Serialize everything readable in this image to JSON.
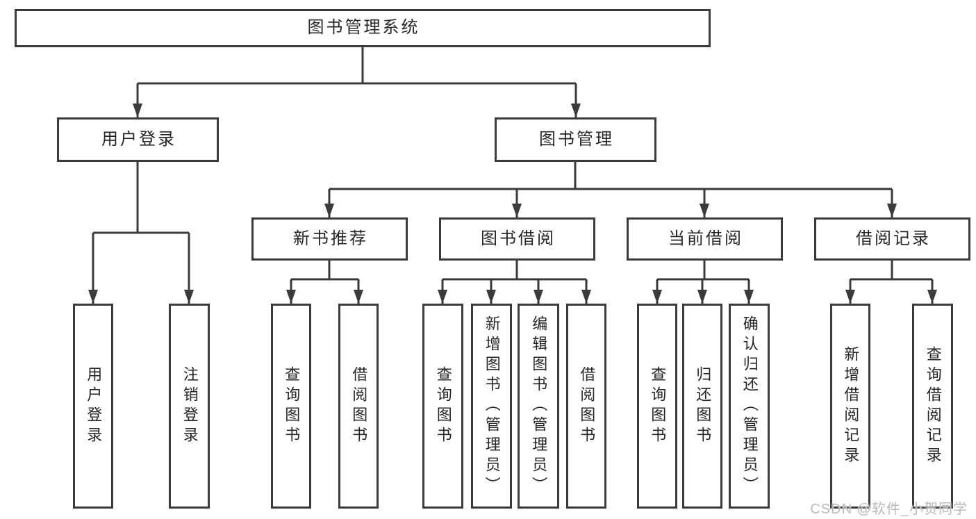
{
  "diagram": {
    "root": {
      "label": "图书管理系统"
    },
    "branches": [
      {
        "label": "用户登录",
        "children": [
          {
            "label": "用户登录"
          },
          {
            "label": "注销登录"
          }
        ]
      },
      {
        "label": "图书管理",
        "children": [
          {
            "label": "新书推荐",
            "children": [
              {
                "label": "查询图书"
              },
              {
                "label": "借阅图书"
              }
            ]
          },
          {
            "label": "图书借阅",
            "children": [
              {
                "label": "查询图书"
              },
              {
                "label": "新增图书（管理员）"
              },
              {
                "label": "编辑图书（管理员）"
              },
              {
                "label": "借阅图书"
              }
            ]
          },
          {
            "label": "当前借阅",
            "children": [
              {
                "label": "查询图书"
              },
              {
                "label": "归还图书"
              },
              {
                "label": "确认归还（管理员）"
              }
            ]
          },
          {
            "label": "借阅记录",
            "children": [
              {
                "label": "新增借阅记录"
              },
              {
                "label": "查询借阅记录"
              }
            ]
          }
        ]
      }
    ],
    "watermark": "CSDN @软件_小贺同学"
  },
  "colors": {
    "line": "#3a3a3a",
    "text": "#262626",
    "watermark": "#b9b9b9"
  }
}
